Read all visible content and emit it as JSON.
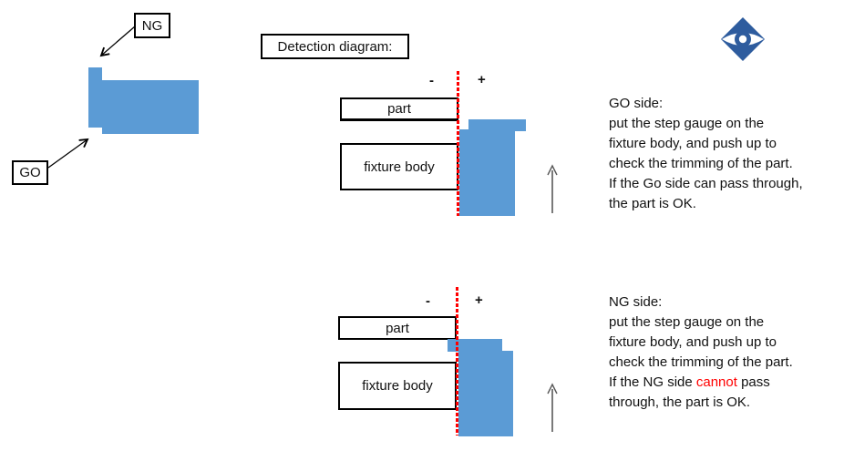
{
  "slide": {
    "gauge_labels": {
      "ng": "NG",
      "go": "GO"
    },
    "detection_title": "Detection diagram:",
    "colors": {
      "gauge_blue": "#5B9BD5",
      "logo_blue": "#2E5C9E",
      "centerline_red": "#FF0000",
      "cannot_red": "#FF0000",
      "arrow_gray": "#595959"
    }
  },
  "go_diagram": {
    "minus": "-",
    "plus": "+",
    "part_label": "part",
    "fixture_label": "fixture body"
  },
  "ng_diagram": {
    "minus": "-",
    "plus": "+",
    "part_label": "part",
    "fixture_label": "fixture body"
  },
  "go_text": {
    "title": "GO side:",
    "lines": [
      "put the step gauge on the",
      "fixture body, and push up to",
      "check the trimming of the part.",
      "If the Go side can pass through,",
      "the part is OK."
    ]
  },
  "ng_text": {
    "title": "NG side:",
    "lines": [
      "put the step gauge on the",
      "fixture body, and push up to",
      "check the trimming of the part."
    ],
    "line4_pre": "If the NG side ",
    "line4_red": "cannot",
    "line4_post": " pass",
    "line5": "through, the part is OK."
  }
}
